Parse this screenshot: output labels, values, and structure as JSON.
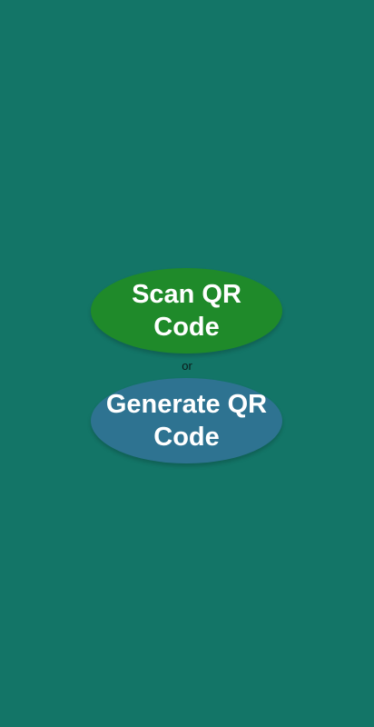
{
  "screen": {
    "background_color": "#137567"
  },
  "actions": {
    "scan_label": "Scan QR Code",
    "scan_color": "#1f8a2a",
    "separator_text": "or",
    "generate_label": "Generate QR Code",
    "generate_color": "#2e7391"
  }
}
